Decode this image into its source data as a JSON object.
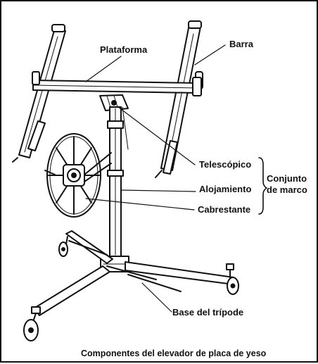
{
  "labels": {
    "plataforma": "Plataforma",
    "barra": "Barra",
    "telescopico": "Telescópico",
    "alojamiento": "Alojamiento",
    "cabrestante": "Cabrestante",
    "conjunto_line1": "Conjunto",
    "conjunto_line2": "de marco",
    "base": "Base del trípode"
  },
  "caption": "Componentes del elevador de placa de yeso",
  "colors": {
    "ink": "#111111",
    "background": "#ffffff"
  }
}
